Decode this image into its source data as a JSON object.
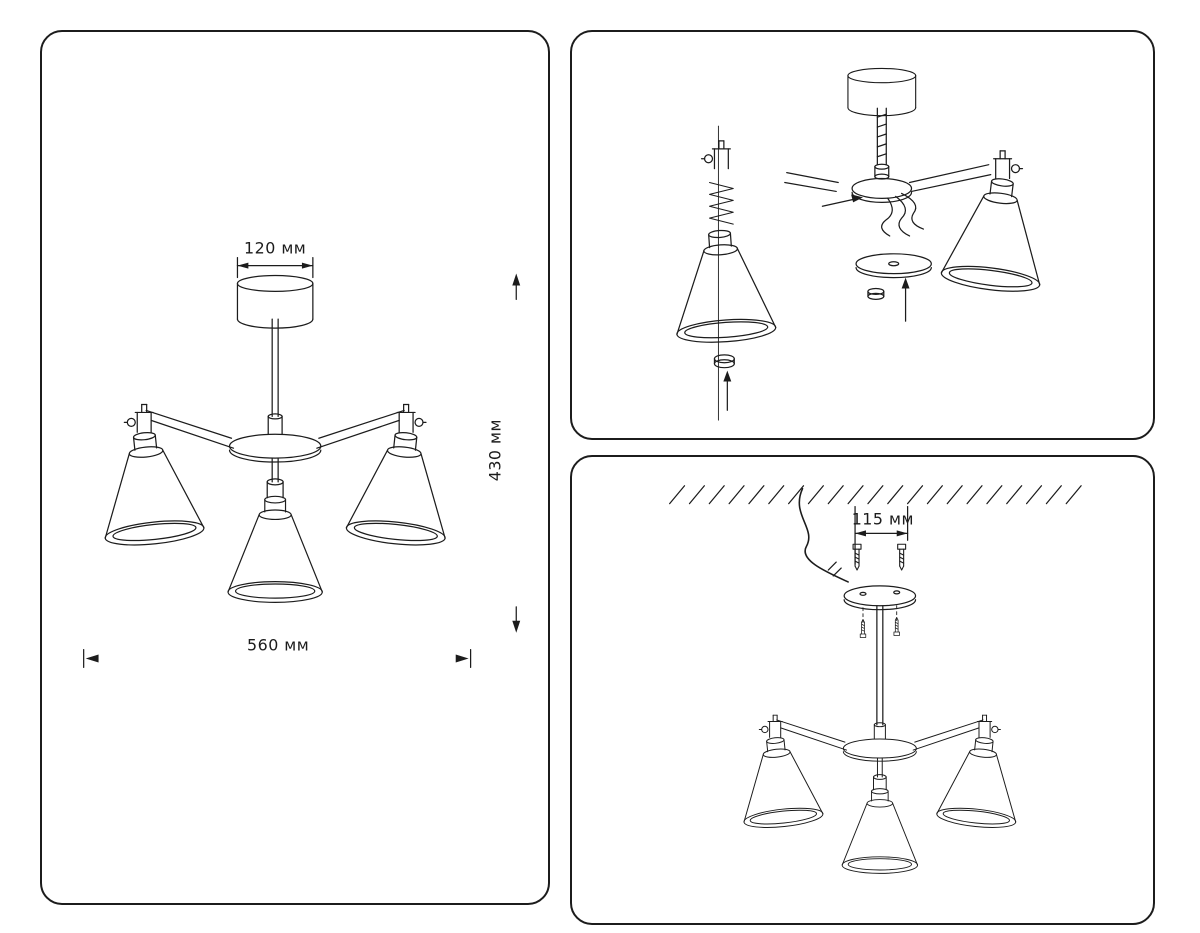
{
  "document": {
    "background_color": "#ffffff",
    "line_color": "#1c1c1c"
  },
  "panels": {
    "dimensions_view": {
      "canopy_width_label": "120 мм",
      "height_label": "430 мм",
      "total_width_label": "560 мм"
    },
    "assembly_view": {},
    "installation_view": {
      "hole_spacing_label": "115 мм"
    }
  }
}
